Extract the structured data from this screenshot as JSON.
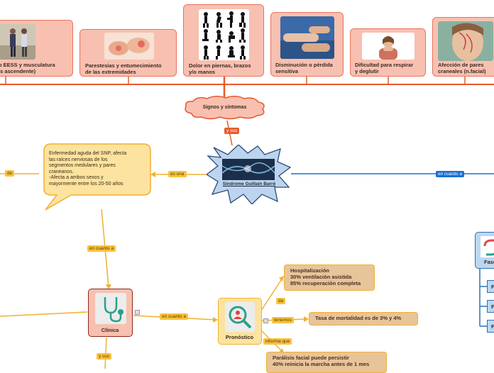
{
  "symptoms": [
    {
      "label": "o EESS y musculatura\nis ascendente)"
    },
    {
      "label": "Parestesias y entumecimiento\nde las extremidades"
    },
    {
      "label": "Dolor en piernas, brazos\ny/o manos"
    },
    {
      "label": "Disminución o pérdida\nsensitiva"
    },
    {
      "label": "Dificultad para respirar\ny deglutir"
    },
    {
      "label": "Afección de pares\ncraneales (n.facial)"
    }
  ],
  "cloud": {
    "label": "Signos y síntomas"
  },
  "central": {
    "label": "Síndrome Guillain Barré"
  },
  "definition": {
    "text": "Enfermedad aguda del SNP, afecta\nlas raíces nerviosas de los\nsegmentos medulares y pares\ncraneanos.\n-Afecta a ambos sexos y\nmayormente entre los 20-50 años"
  },
  "clinica": {
    "label": "Clínica"
  },
  "pronostico": {
    "label": "Pronóstico"
  },
  "fases": {
    "label": "Fase",
    "items": [
      "Fa",
      "Fa",
      "Fa"
    ]
  },
  "facts": {
    "hospital": "Hospitalización\n30% ventilación asistida\n85% recuperación completa",
    "mortalidad": "Tasa de mortalidad es de 3% y 4%",
    "paralisis": "Parálisis facial puede persistir\n40% reinicia la marcha antes de 1 mes"
  },
  "links": {
    "y_sus_red": "y sus",
    "es_una": "es una",
    "de": "de",
    "en_cuanto_a_blue": "en cuanto a",
    "en_cuanto_a_left": "en cuanto a",
    "en_cuanto_a_mid": "en cuanto a",
    "y_sus_bottom": "y sus",
    "da": "da",
    "tenemos": "tenemos",
    "informa_que": "informa que"
  },
  "colors": {
    "accent_red": "#e85a2a",
    "accent_orange": "#f0b030",
    "accent_blue": "#1a6fd0",
    "symptom_fill": "#f8c0b0"
  }
}
